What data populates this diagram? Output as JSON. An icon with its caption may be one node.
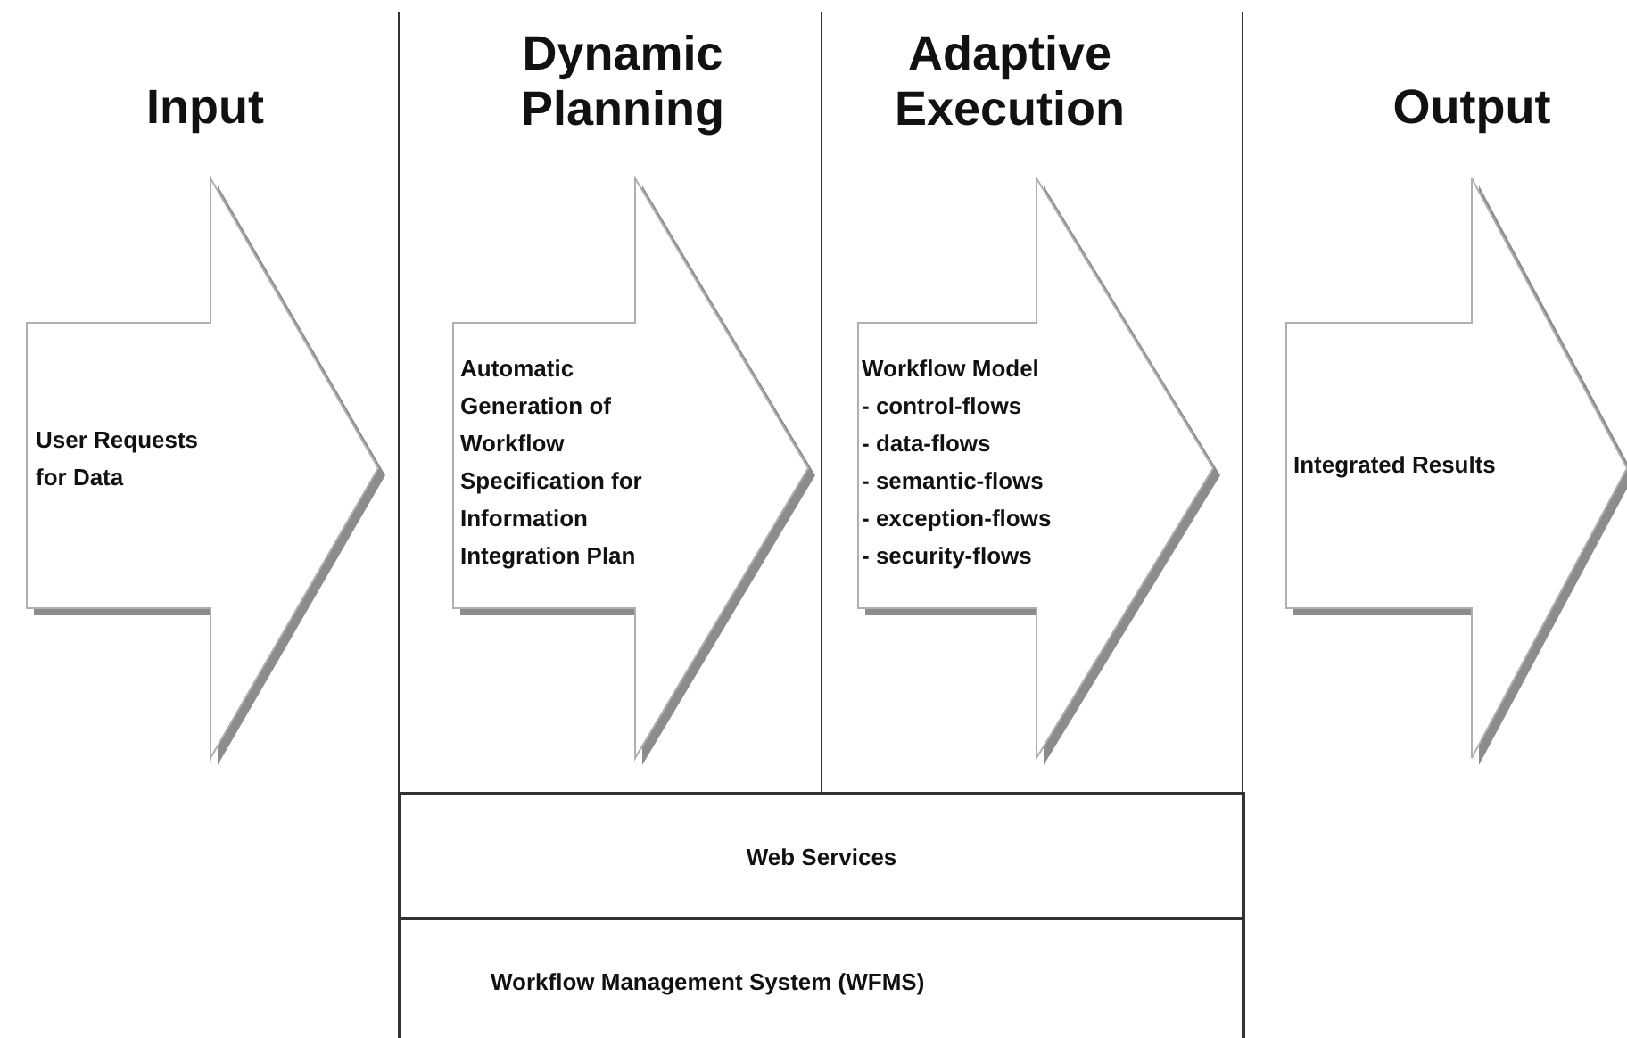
{
  "diagram": {
    "nodes": [
      {
        "text": [
          "User Requests for Data"
        ],
        "beside": [
          "Input"
        ]
      },
      {
        "text": [
          "Dynamic Planning"
        ]
      },
      {
        "text": [
          "Automatic Generation of Workflow Specification for Information Integration Plan"
        ],
        "in": 1
      },
      {
        "text": [
          "Adaptive Execution"
        ]
      },
      {
        "text": [
          "Workflow Model",
          "- control-flows",
          "- data-flows",
          "- semantic-flows",
          "- exception-flows",
          "- security-flows"
        ],
        "in": 3
      },
      {
        "text": [
          "Integrated Results"
        ],
        "beside": [
          "Output"
        ]
      },
      {
        "text": [
          "Web Services"
        ]
      },
      {
        "text": [
          "Workflow Management System (WFMS)"
        ]
      }
    ],
    "edges": []
  }
}
